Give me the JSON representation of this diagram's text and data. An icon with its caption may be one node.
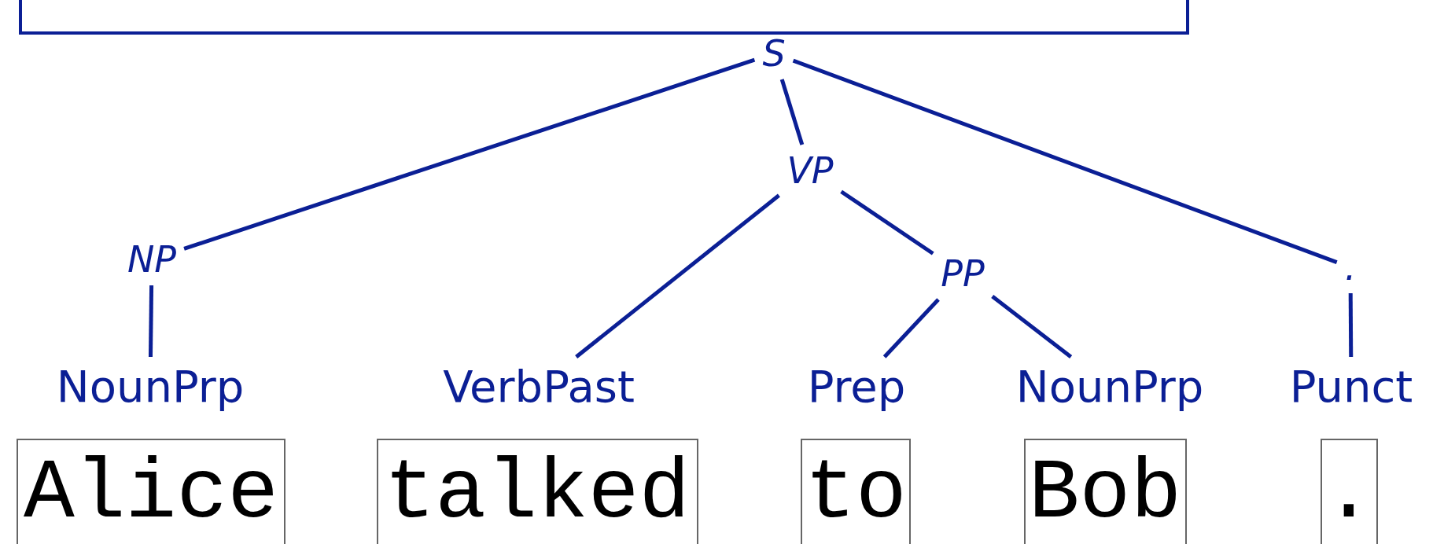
{
  "diagram": {
    "nodes": [
      {
        "text": [],
        "shape": "box"
      },
      {
        "text": [
          "S"
        ]
      },
      {
        "text": [
          "NP"
        ]
      },
      {
        "text": [
          "VP"
        ]
      },
      {
        "text": [
          "PP"
        ]
      },
      {
        "text": [
          "."
        ]
      },
      {
        "text": [
          "NounPrp"
        ]
      },
      {
        "text": [
          "VerbPast"
        ]
      },
      {
        "text": [
          "Prep"
        ]
      },
      {
        "text": [
          "NounPrp"
        ]
      },
      {
        "text": [
          "Punct"
        ]
      },
      {
        "text": [
          "Alice"
        ]
      },
      {
        "text": [
          "talked"
        ]
      },
      {
        "text": [
          "to"
        ]
      },
      {
        "text": [
          "Bob"
        ]
      },
      {
        "text": [
          "."
        ]
      }
    ],
    "edges": [
      {
        "from": 1,
        "to": 2,
        "arrow": "none"
      },
      {
        "from": 1,
        "to": 3,
        "arrow": "none"
      },
      {
        "from": 1,
        "to": 5,
        "arrow": "none"
      },
      {
        "from": 2,
        "to": 6,
        "arrow": "none"
      },
      {
        "from": 3,
        "to": 7,
        "arrow": "none"
      },
      {
        "from": 3,
        "to": 4,
        "arrow": "none"
      },
      {
        "from": 4,
        "to": 8,
        "arrow": "none"
      },
      {
        "from": 4,
        "to": 9,
        "arrow": "none"
      },
      {
        "from": 5,
        "to": 10,
        "arrow": "none"
      }
    ]
  }
}
